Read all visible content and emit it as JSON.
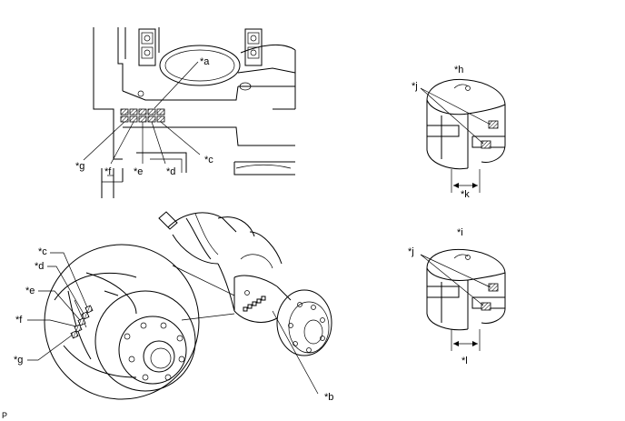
{
  "callouts": {
    "a": "*a",
    "b": "*b",
    "c": "*c",
    "d": "*d",
    "e": "*e",
    "f": "*f",
    "g": "*g",
    "h": "*h",
    "i": "*i",
    "j": "*j",
    "k": "*k",
    "l": "*l"
  },
  "corner_mark": "P"
}
